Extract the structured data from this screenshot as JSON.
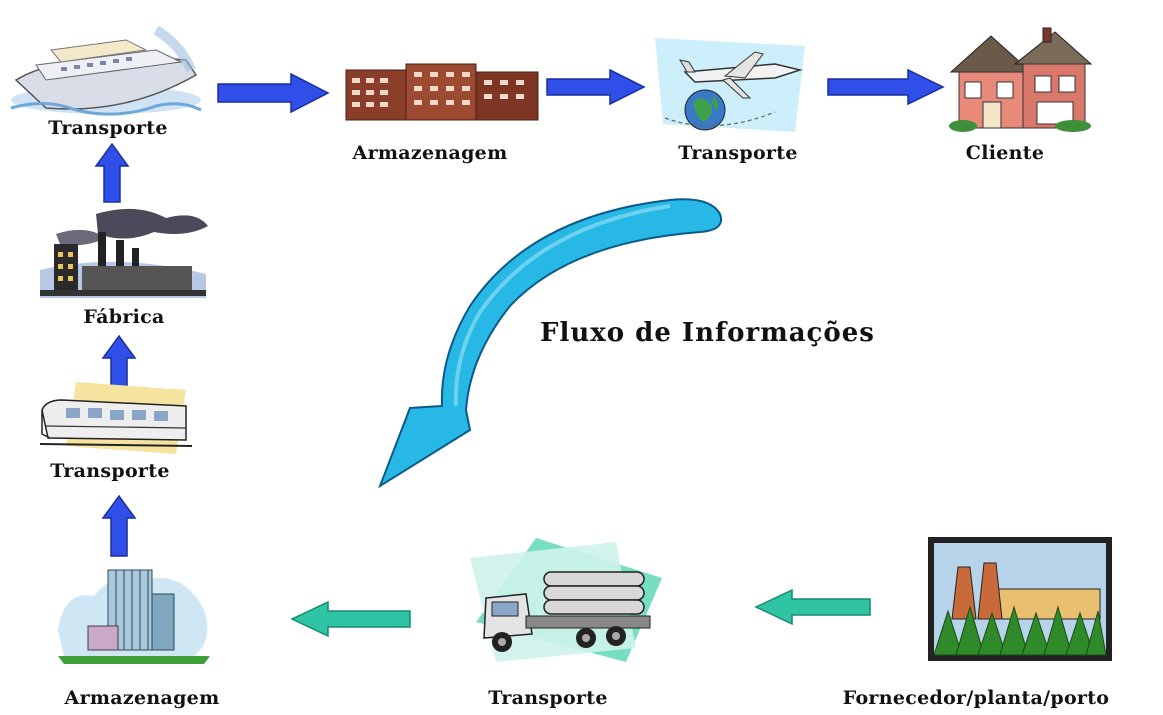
{
  "nodes": {
    "ship": {
      "label": "Transporte",
      "icon": "cruise-ship-icon"
    },
    "warehouse_top": {
      "label": "Armazenagem",
      "icon": "building-icon"
    },
    "plane": {
      "label": "Transporte",
      "icon": "airplane-globe-icon"
    },
    "client": {
      "label": "Cliente",
      "icon": "house-icon"
    },
    "factory": {
      "label": "Fábrica",
      "icon": "factory-icon"
    },
    "train": {
      "label": "Transporte",
      "icon": "train-icon"
    },
    "warehouse_bottom": {
      "label": "Armazenagem",
      "icon": "office-tower-icon"
    },
    "truck": {
      "label": "Transporte",
      "icon": "log-truck-icon"
    },
    "supplier": {
      "label": "Fornecedor/planta/porto",
      "icon": "plant-forest-icon"
    }
  },
  "info_flow": {
    "label": "Fluxo de Informações",
    "icon": "curved-arrow-icon"
  },
  "colors": {
    "blue_arrow": "#2f4fe8",
    "teal_arrow": "#2ec4a4",
    "info_arrow": "#28b8e6"
  }
}
